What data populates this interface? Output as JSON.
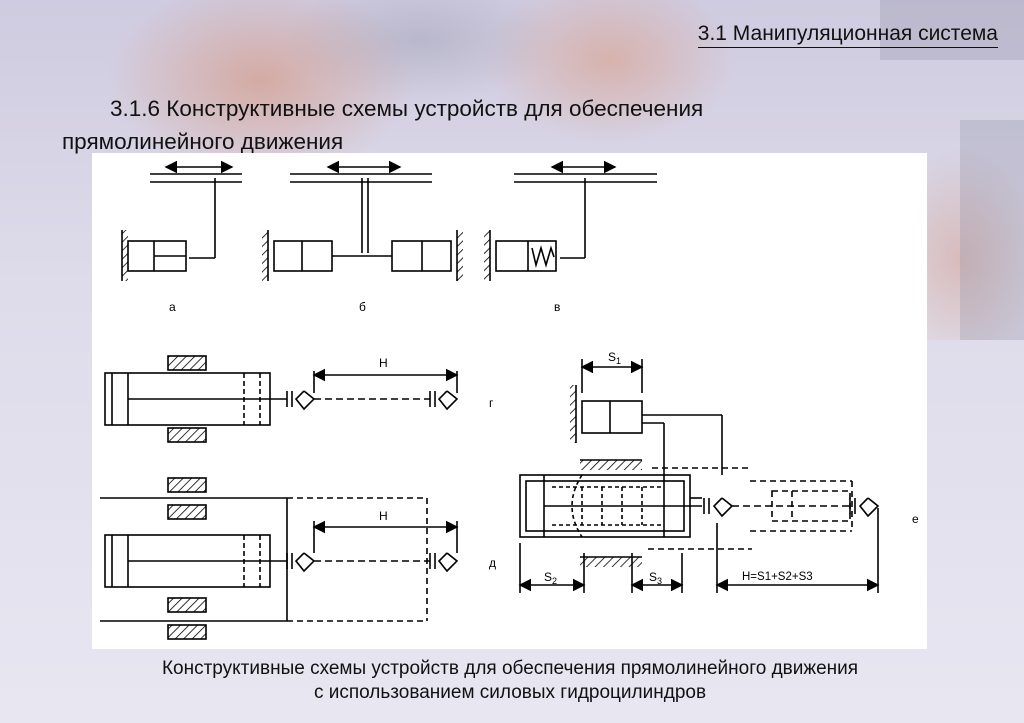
{
  "header": {
    "section": "3.1 Манипуляционная система"
  },
  "title": {
    "line1": "3.1.6 Конструктивные схемы устройств для обеспечения",
    "line2": "прямолинейного движения"
  },
  "diagram": {
    "labels": {
      "a": "а",
      "b": "б",
      "v": "в",
      "g": "г",
      "d": "д",
      "e": "е",
      "H": "H",
      "S1_main": "S",
      "S1_sub": "1",
      "S2_main": "S",
      "S2_sub": "2",
      "S3_main": "S",
      "S3_sub": "3",
      "formula": "H=S1+S2+S3"
    }
  },
  "caption": {
    "line1": "Конструктивные схемы устройств для обеспечения прямолинейного движения",
    "line2": "с использованием силовых гидроцилиндров"
  }
}
